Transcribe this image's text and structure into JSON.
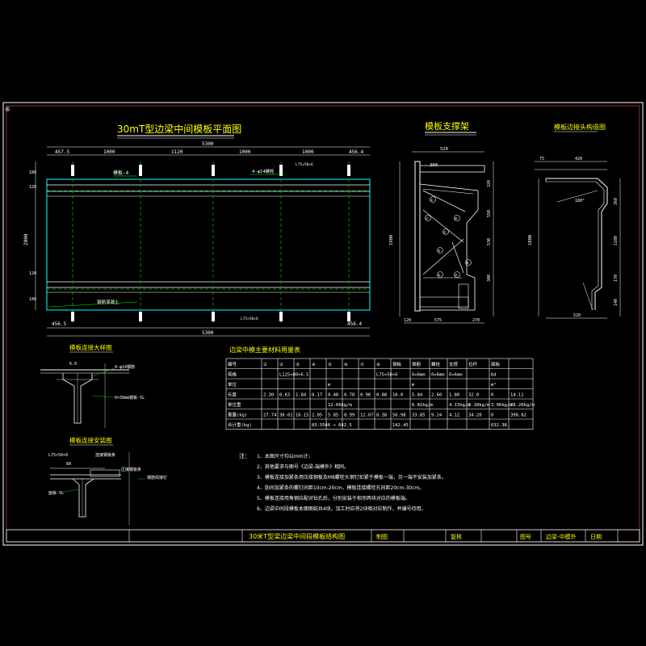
{
  "colors": {
    "background": "#000000",
    "line": "#ffffff",
    "outline": "#00ffff",
    "text": "#ffff00",
    "leader": "#00ff00",
    "dashed": "#00aa00",
    "accent": "#ff0000"
  },
  "titles": {
    "plan": "30mT型边梁中间模板平面图",
    "support": "模板支撑架",
    "edge": "模板边接头构造图",
    "detail1": "模板连接大样图",
    "detail2": "模板连接安装图",
    "table": "边梁中模主要材料用量表"
  },
  "plan_dims": {
    "total_top": "5300",
    "seg1": "457.5",
    "seg2": "1000",
    "seg3": "1120",
    "seg4": "1000",
    "seg5": "1000",
    "seg6": "456.4",
    "total_bottom": "5300",
    "left_bottom": "456.5",
    "right_bottom": "456.4",
    "left_height": "2000",
    "left_top": "180",
    "left_mid": "120",
    "left_bottom_b": "120",
    "left_base": "140",
    "note1": "模板-4",
    "note2": "4-φ14螺栓",
    "note3": "L75×50×6",
    "bottom_note": "钢筋混凝土"
  },
  "support_dims": {
    "top": "520",
    "mid": "300",
    "left": "1900",
    "right1": "320",
    "right2": "550",
    "right3": "530",
    "right4": "300",
    "bottom1": "120",
    "bottom2": "575",
    "bottom3": "270",
    "circles": [
      "①",
      "②",
      "③",
      "④",
      "⑤",
      "⑥",
      "⑦",
      "⑧"
    ]
  },
  "edge_dims": {
    "top": "420",
    "left_small": "75",
    "angle": "180°",
    "side": "1800",
    "r1": "360",
    "r2": "1100",
    "r3": "170",
    "r4": "140",
    "bottom": "520"
  },
  "detail_labels": {
    "d1_top": "6.0",
    "d1_bolt": "4-φ14钢筋",
    "d1_plate": "δ=30mm钢板-5L",
    "d2_angle": "L75×50×6",
    "d2_bolt": "连接钢板条",
    "d2_plate": "压接钢板条",
    "d2_weld": "钢筋焊接钉",
    "d2_side": "面板-5L",
    "d2_dim": "60"
  },
  "table": {
    "headers": [
      "编号",
      "①",
      "②",
      "③",
      "④",
      "⑤",
      "⑥",
      "⑦",
      "⑧",
      "钢板",
      "钢筋",
      "螺栓",
      "支撑",
      "拉杆",
      "面板"
    ],
    "rows": [
      [
        "规格",
        "",
        "L125×80×6.5",
        "",
        "",
        "",
        "",
        "",
        "L75×50×6",
        "",
        "δ=6mm",
        "δ=6mm",
        "δ=6mm",
        "",
        "6d"
      ],
      [
        "单位",
        "",
        "",
        "",
        "",
        "m",
        "",
        "",
        "",
        "",
        "m",
        "",
        "",
        "",
        "m²"
      ],
      [
        "长度",
        "2.30",
        "0.63",
        "1.84",
        "0.17",
        "0.48",
        "0.78",
        "0.96",
        "0.88",
        "10.0",
        "5.84",
        "2.60",
        "1.80",
        "32.0",
        "0",
        "14.11"
      ],
      [
        "单位重",
        "",
        "",
        "",
        "",
        "12.66kg/m",
        "",
        "",
        "",
        "",
        "6.82kg/m",
        "",
        "4.13kg/m",
        "2.18kg/m",
        "3.06kg/m",
        "28.26kg/m"
      ],
      [
        "重量(kg)",
        "27.74",
        "30.01",
        "16.15",
        "2.05",
        "5.85",
        "8.99",
        "12.07",
        "8.38",
        "56.98",
        "33.85",
        "9.24",
        "4.12",
        "34.20",
        "0",
        "398.82"
      ],
      [
        "合计重(kg)",
        "",
        "",
        "",
        "83.5546 + 642.5",
        "",
        "",
        "",
        "",
        "142.45",
        "",
        "",
        "",
        "",
        "632.38",
        ""
      ]
    ]
  },
  "notes": {
    "label": "注：",
    "items": [
      "1、本图尺寸均以mm计；",
      "2、其他要求与图号《边梁-端模外》相同。",
      "3、模板连接加紧条用压接钢板及M8螺栓头钢钉扣紧于模板一端，另一端不安装加紧条。",
      "4、肋间加紧条的螺钉间距10cm-20cm，模板连接螺栓孔间距20cm-30cm。",
      "5、模板连接用角钢应配对钻孔后，分别安装于相邻两块对应的模板端。",
      "6、边梁中间段模板本面图纸共4块，加工时应将2块相对应制作，并编号待用。"
    ]
  },
  "title_block": {
    "drawing_name": "30米T型梁边梁中间段模板结构图",
    "draw_label": "制图",
    "check_label": "复核",
    "no_label": "图号",
    "drawing_no": "边梁-中模外",
    "date_label": "日期"
  },
  "corner_mark": "⑥"
}
